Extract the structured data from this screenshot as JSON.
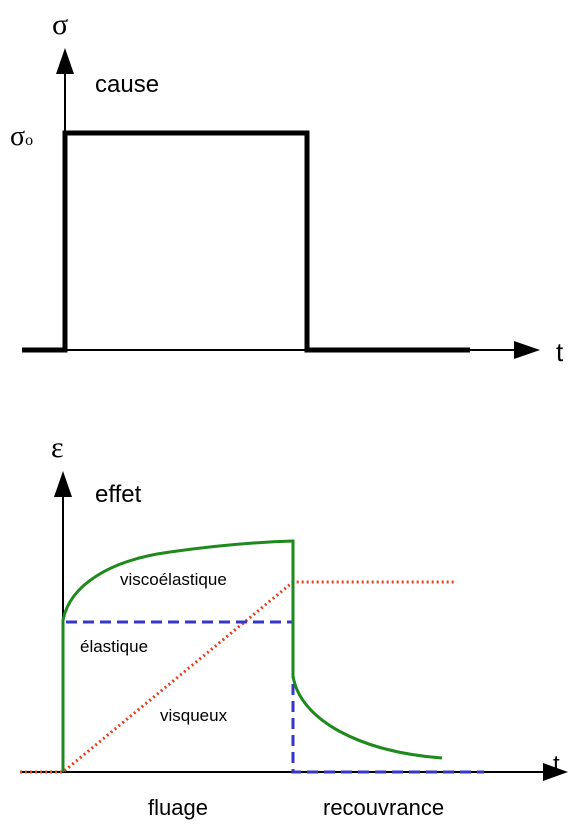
{
  "top_plot": {
    "y_symbol": "σ",
    "x_symbol": "t",
    "caption": "cause",
    "level_symbol": "σ",
    "level_subscript": "o"
  },
  "bottom_plot": {
    "y_symbol": "ε",
    "x_symbol": "t",
    "caption": "effet",
    "curves": {
      "viscoelastic": {
        "label": "viscoélastique",
        "color": "#1e8a1e"
      },
      "elastic": {
        "label": "élastique",
        "color": "#3636c8"
      },
      "viscous": {
        "label": "visqueux",
        "color": "#e8401c"
      }
    },
    "phases": {
      "creep": "fluage",
      "recovery": "recouvrance"
    }
  },
  "colors": {
    "axis": "#000000",
    "stress_signal": "#000000"
  }
}
